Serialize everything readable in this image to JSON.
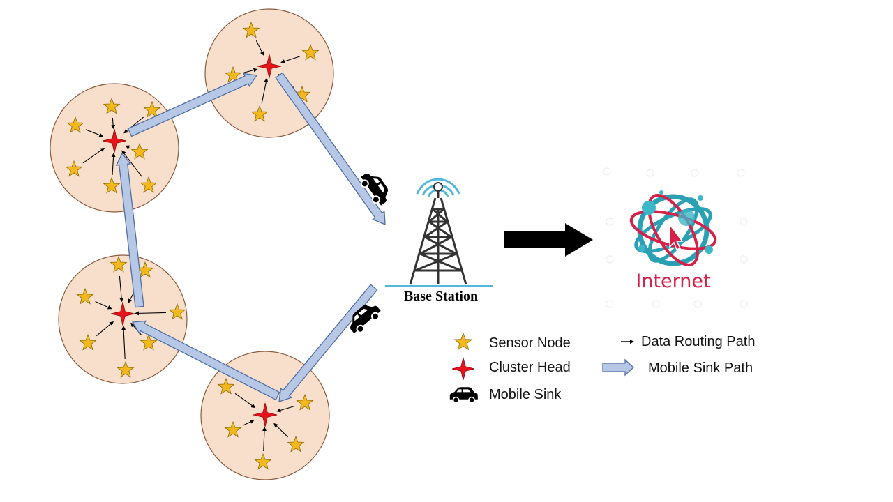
{
  "diagram": {
    "base_station_label": "Base Station",
    "internet_label": "Internet"
  },
  "legend": {
    "sensor_node": "Sensor Node",
    "cluster_head": "Cluster Head",
    "mobile_sink": "Mobile Sink",
    "data_routing_path": "Data Routing Path",
    "mobile_sink_path": "Mobile Sink Path"
  },
  "colors": {
    "cluster_fill": "#f8dfcb",
    "cluster_stroke": "#8a5a3c",
    "sensor_node": "#f2b81c",
    "cluster_head": "#e8141c",
    "sink_path": "#b6c8e6",
    "sink_path_stroke": "#4f6ea3",
    "internet_text": "#d81f47",
    "internet_ring": "#2aa0b4",
    "signal": "#4fb8dc"
  }
}
